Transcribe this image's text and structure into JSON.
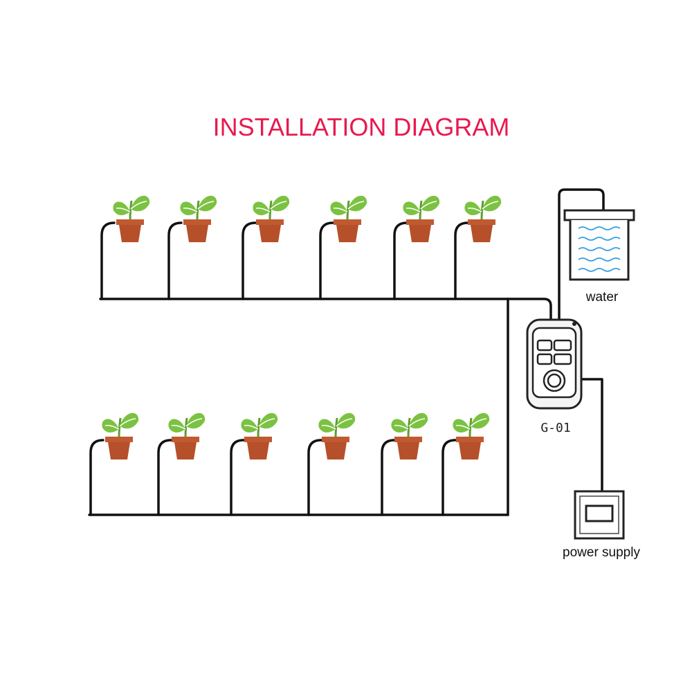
{
  "title": "INSTALLATION DIAGRAM",
  "labels": {
    "water": "water",
    "device": "G-01",
    "power": "power supply"
  },
  "colors": {
    "title": "#e8194e",
    "pipe": "#111111",
    "leaf": "#7cc242",
    "leaf_vein": "#ffffff",
    "stem": "#5aa02c",
    "pot": "#b5502a",
    "pot_rim": "#c05a30",
    "water_wave": "#3aa0e0",
    "device_body": "#f4f4f4",
    "device_outline": "#222222"
  },
  "icons": {
    "plant": "potted-plant-icon",
    "tank": "water-tank-icon",
    "pump": "water-pump-device-icon",
    "outlet": "power-outlet-icon"
  },
  "rows": [
    {
      "name": "upper",
      "plant_count": 6
    },
    {
      "name": "lower",
      "plant_count": 6
    }
  ]
}
